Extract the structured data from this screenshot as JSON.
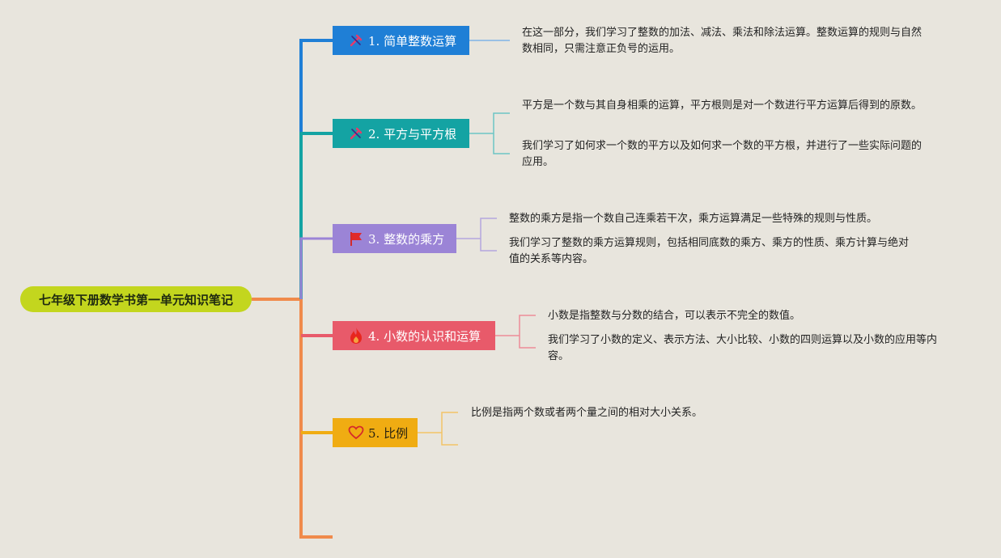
{
  "root": {
    "label": "七年级下册数学书第一单元知识笔记"
  },
  "topics": [
    {
      "label": "1. 简单整数运算",
      "icon": "tools-icon",
      "notes": [
        "在这一部分，我们学习了整数的加法、减法、乘法和除法运算。整数运算的规则与自然数相同，只需注意正负号的运用。"
      ]
    },
    {
      "label": "2. 平方与平方根",
      "icon": "tools-icon",
      "notes": [
        "平方是一个数与其自身相乘的运算，平方根则是对一个数进行平方运算后得到的原数。",
        "我们学习了如何求一个数的平方以及如何求一个数的平方根，并进行了一些实际问题的应用。"
      ]
    },
    {
      "label": "3. 整数的乘方",
      "icon": "flag-icon",
      "notes": [
        "整数的乘方是指一个数自己连乘若干次，乘方运算满足一些特殊的规则与性质。",
        "我们学习了整数的乘方运算规则，包括相同底数的乘方、乘方的性质、乘方计算与绝对值的关系等内容。"
      ]
    },
    {
      "label": "4. 小数的认识和运算",
      "icon": "fire-icon",
      "notes": [
        "小数是指整数与分数的结合，可以表示不完全的数值。",
        "我们学习了小数的定义、表示方法、大小比较、小数的四则运算以及小数的应用等内容。"
      ]
    },
    {
      "label": "5. 比例",
      "icon": "heart-icon",
      "notes": [
        "比例是指两个数或者两个量之间的相对大小关系。"
      ]
    }
  ],
  "colors": {
    "background": "#e8e5dd",
    "root": "#c3d61e",
    "topic1": "#1f7fd6",
    "topic2": "#14a3a3",
    "topic3": "#9b84d6",
    "topic4": "#e85a6a",
    "topic5": "#f0ac12",
    "trunk": "#f08a4b"
  }
}
